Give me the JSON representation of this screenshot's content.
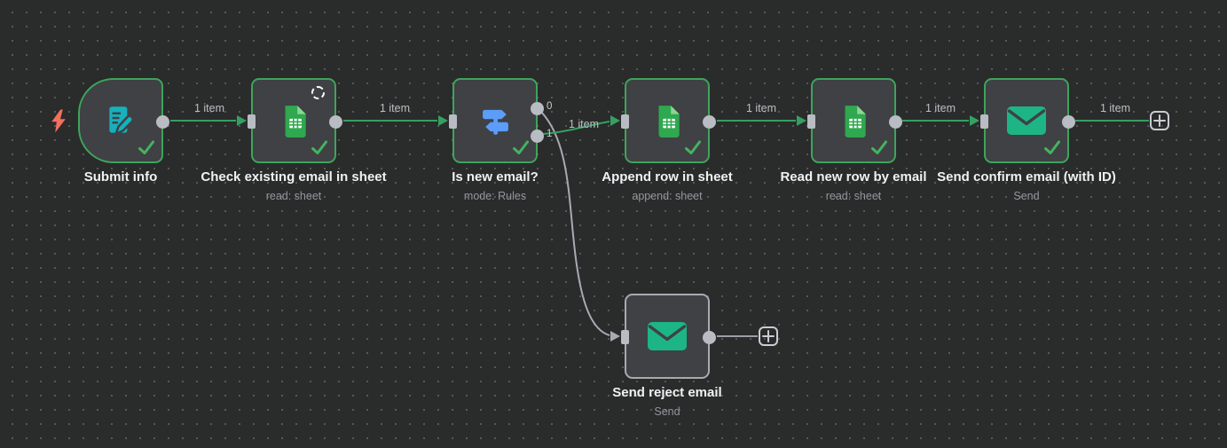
{
  "app": "workflow-editor-canvas",
  "colors": {
    "canvas_bg": "#2a2b2b",
    "grid_dot": "#56585a",
    "node_bg": "#3f4144",
    "success_green": "#3fa45c",
    "wire_green": "#35a061",
    "wire_gray": "#a7abb1",
    "connector_gray": "#b9bcc2",
    "idle_border": "#a7aab1",
    "title_text": "#f0f1f3",
    "subtitle_text": "#94979d",
    "sheets_green": "#2fa84f",
    "sheets_fold": "#8bd694",
    "form_teal": "#16b1bd",
    "switch_blue": "#5b9df9",
    "email_teal": "#1db584",
    "trigger_bolt": "#f2705d",
    "plus_border": "#c9ccd1"
  },
  "trigger_indicator": {
    "icon": "lightning-bolt-icon"
  },
  "nodes": [
    {
      "id": "submit-info",
      "title": "Submit info",
      "subtitle": "",
      "type": "form-trigger",
      "icon": "form-pencil-icon",
      "status": "executed"
    },
    {
      "id": "check-existing-email",
      "title": "Check existing email in sheet",
      "subtitle": "read: sheet",
      "type": "google-sheets",
      "icon": "google-sheets-icon",
      "badge": "sync-icon",
      "status": "executed"
    },
    {
      "id": "is-new-email",
      "title": "Is new email?",
      "subtitle": "mode: Rules",
      "type": "switch",
      "icon": "signpost-icon",
      "status": "executed",
      "outputs": [
        {
          "label": "0"
        },
        {
          "label": "1"
        }
      ]
    },
    {
      "id": "append-row",
      "title": "Append row in sheet",
      "subtitle": "append: sheet",
      "type": "google-sheets",
      "icon": "google-sheets-icon",
      "status": "executed"
    },
    {
      "id": "read-new-row",
      "title": "Read new row by email",
      "subtitle": "read: sheet",
      "type": "google-sheets",
      "icon": "google-sheets-icon",
      "status": "executed"
    },
    {
      "id": "send-confirm",
      "title": "Send confirm email (with ID)",
      "subtitle": "Send",
      "type": "email-send",
      "icon": "envelope-icon",
      "status": "executed"
    },
    {
      "id": "send-reject",
      "title": "Send reject email",
      "subtitle": "Send",
      "type": "email-send",
      "icon": "envelope-icon",
      "status": "not-executed"
    }
  ],
  "connections": [
    {
      "from": "submit-info",
      "to": "check-existing-email",
      "label": "1 item",
      "status": "executed"
    },
    {
      "from": "check-existing-email",
      "to": "is-new-email",
      "label": "1 item",
      "status": "executed"
    },
    {
      "from": "is-new-email:output-0",
      "to": "send-reject",
      "label": "",
      "status": "not-executed"
    },
    {
      "from": "is-new-email:output-1",
      "to": "append-row",
      "label": "1 item",
      "status": "executed"
    },
    {
      "from": "append-row",
      "to": "read-new-row",
      "label": "1 item",
      "status": "executed"
    },
    {
      "from": "read-new-row",
      "to": "send-confirm",
      "label": "1 item",
      "status": "executed"
    },
    {
      "from": "send-confirm",
      "to": "add-button-main",
      "label": "1 item",
      "status": "executed"
    },
    {
      "from": "send-reject",
      "to": "add-button-reject",
      "label": "",
      "status": "not-executed"
    }
  ],
  "add_buttons": [
    {
      "id": "add-button-main",
      "icon": "plus-icon"
    },
    {
      "id": "add-button-reject",
      "icon": "plus-icon"
    }
  ]
}
